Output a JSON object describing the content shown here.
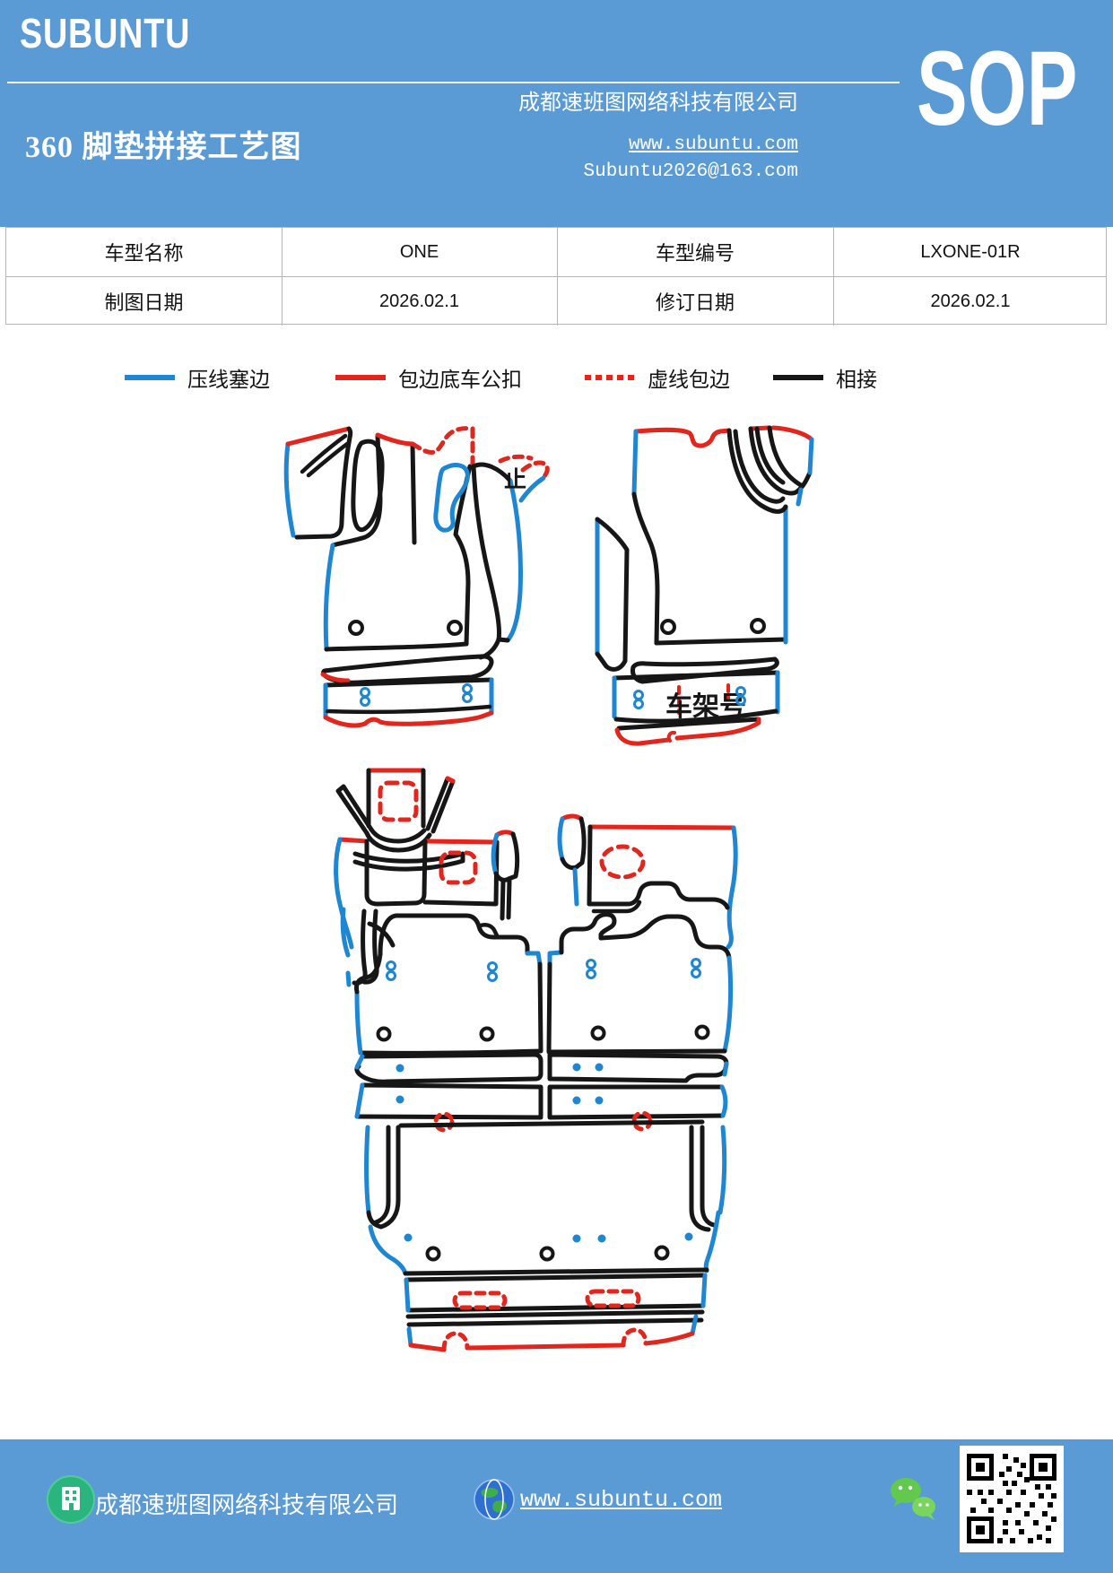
{
  "header": {
    "brand": "SUBUNTU",
    "company": "成都速班图网络科技有限公司",
    "title": "360 脚垫拼接工艺图",
    "website": "www.subuntu.com",
    "email": "Subuntu2026@163.com",
    "badge": "SOP",
    "bg_color": "#5b9bd5"
  },
  "info_table": {
    "model_name_label": "车型名称",
    "model_name_value": "ONE",
    "model_code_label": "车型编号",
    "model_code_value": "LXONE-01R",
    "draw_date_label": "制图日期",
    "draw_date_value": "2026.02.1",
    "revise_date_label": "修订日期",
    "revise_date_value": "2026.02.1"
  },
  "legend": {
    "items": [
      {
        "label": "压线塞边",
        "color": "#1f86d2",
        "line_style": "solid"
      },
      {
        "label": "包边底车公扣",
        "color": "#e2261d",
        "line_style": "solid"
      },
      {
        "label": "虚线包边",
        "color": "#e2261d",
        "line_style": "dashed"
      },
      {
        "label": "相接",
        "color": "#161616",
        "line_style": "solid"
      }
    ]
  },
  "diagram": {
    "stop_mark": "止",
    "vin_label": "车架号",
    "line_colors": {
      "press_edge": "#1f86d2",
      "bind_edge": "#e2261d",
      "join": "#161616"
    }
  },
  "footer": {
    "company": "成都速班图网络科技有限公司",
    "website": "www.subuntu.com",
    "bg_color": "#5b9bd5",
    "icons": [
      "building-icon",
      "globe-icon",
      "wechat-icon",
      "qr-code"
    ]
  }
}
